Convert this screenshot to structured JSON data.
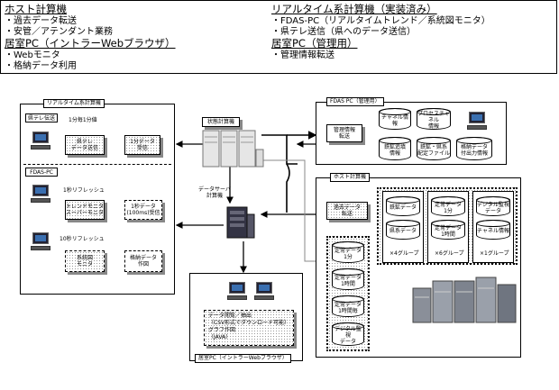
{
  "header": {
    "left": {
      "host_title": "ホスト計算機",
      "host_items": [
        "・過去データ転送",
        "・安管／アテンダント業務"
      ],
      "room_title": "居室PC（イントラーWebブラウザ）",
      "room_items": [
        "・Webモニタ",
        "・格納データ利用"
      ]
    },
    "right": {
      "rt_title": "リアルタイム系計算機（実装済み）",
      "rt_items": [
        "・FDAS-PC（リアルタイムトレンド／系統図モニタ）",
        "・県テレ送信（県へのデータ送信）"
      ],
      "mgmt_title": "居室PC（管理用）",
      "mgmt_items": [
        "・管理情報転送"
      ]
    }
  },
  "realtime": {
    "title": "リアルタイム系計算機",
    "ken_label": "県テレ伝送",
    "every_1min": "1分毎1分値",
    "ken_box": [
      "県テレ",
      "データ送信"
    ],
    "data_1min": [
      "1分データ",
      "受信"
    ],
    "fdas_label": "FDAS-PC",
    "refresh_1s": "1秒リフレッシュ",
    "trend": [
      "トレンドモニタ",
      "スーパーモニタ"
    ],
    "data_1s": [
      "1秒データ",
      "(100ms)受信"
    ],
    "refresh_10s": "10秒リフレッシュ",
    "system_monitor": [
      "系統図",
      "モニタ"
    ],
    "stored_data": [
      "格納データ",
      "作図"
    ]
  },
  "center": {
    "status_label": "状態計算機",
    "data_server": [
      "データサーバ",
      "計算機"
    ]
  },
  "fdas": {
    "title": "FDAS PC（管理用）",
    "mgmt_info": [
      "管理情報",
      "転送"
    ],
    "cyl": [
      [
        "チャネル情報"
      ],
      [
        "プロセスチャネル",
        "情報"
      ],
      [
        "鉄鉱追填",
        "情報"
      ],
      [
        "鉄鉱・県系",
        "配定ファイル"
      ],
      [
        "格納データ",
        "付出力情報"
      ]
    ]
  },
  "host": {
    "title": "ホスト計算機",
    "past_data": [
      "過去データ",
      "転送"
    ],
    "group1": [
      [
        "鉄鉱データ"
      ],
      [
        "県系データ"
      ]
    ],
    "group1_label": "×4グループ",
    "group2": [
      [
        "定常データ",
        "1分"
      ],
      [
        "定常データ",
        "1時間"
      ]
    ],
    "group2_label": "×6グループ",
    "group3": [
      [
        "デジタル監視",
        "データ"
      ],
      [
        "チャネル情報"
      ]
    ],
    "group3_label": "×1グループ",
    "stack": [
      [
        "定常データ",
        "1分"
      ],
      [
        "定常データ",
        "1時間"
      ],
      [
        "定常データ",
        "1時間毎"
      ],
      [
        "デジタル監視",
        "データ"
      ]
    ]
  },
  "room": {
    "title": "居室PC（イントラーWebブラウザ）",
    "desc": [
      "データ閲覧／抽出",
      "（CSV形式でダウンロード可能）",
      "グラフ作図",
      "（JAVA）"
    ]
  }
}
